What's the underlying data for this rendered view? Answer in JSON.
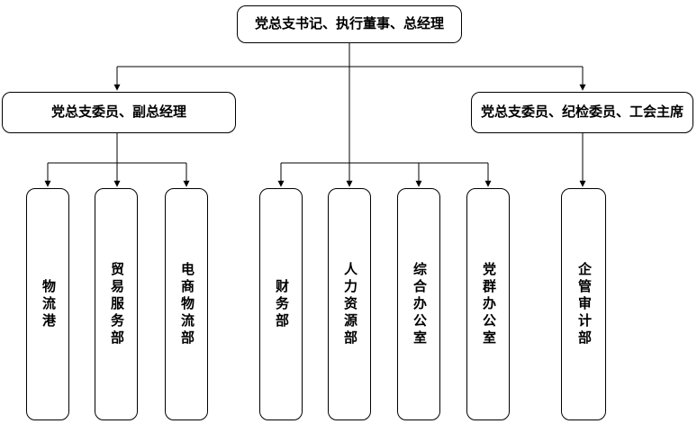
{
  "colors": {
    "background": "#ffffff",
    "node_border": "#000000",
    "node_fill": "#ffffff",
    "text": "#000000",
    "connector": "#000000"
  },
  "org_chart": {
    "root": {
      "label": "党总支书记、执行董事、总经理"
    },
    "left_manager": {
      "label": "党总支委员、副总经理",
      "parent": "root"
    },
    "right_manager": {
      "label": "党总支委员、纪检委员、工会主席",
      "parent": "root"
    },
    "departments": [
      {
        "label": "物流港",
        "parent": "left_manager"
      },
      {
        "label": "贸易服务部",
        "parent": "left_manager"
      },
      {
        "label": "电商物流部",
        "parent": "left_manager"
      },
      {
        "label": "财务部",
        "parent": "root"
      },
      {
        "label": "人力资源部",
        "parent": "root"
      },
      {
        "label": "综合办公室",
        "parent": "root"
      },
      {
        "label": "党群办公室",
        "parent": "root"
      },
      {
        "label": "企管审计部",
        "parent": "right_manager"
      }
    ]
  }
}
